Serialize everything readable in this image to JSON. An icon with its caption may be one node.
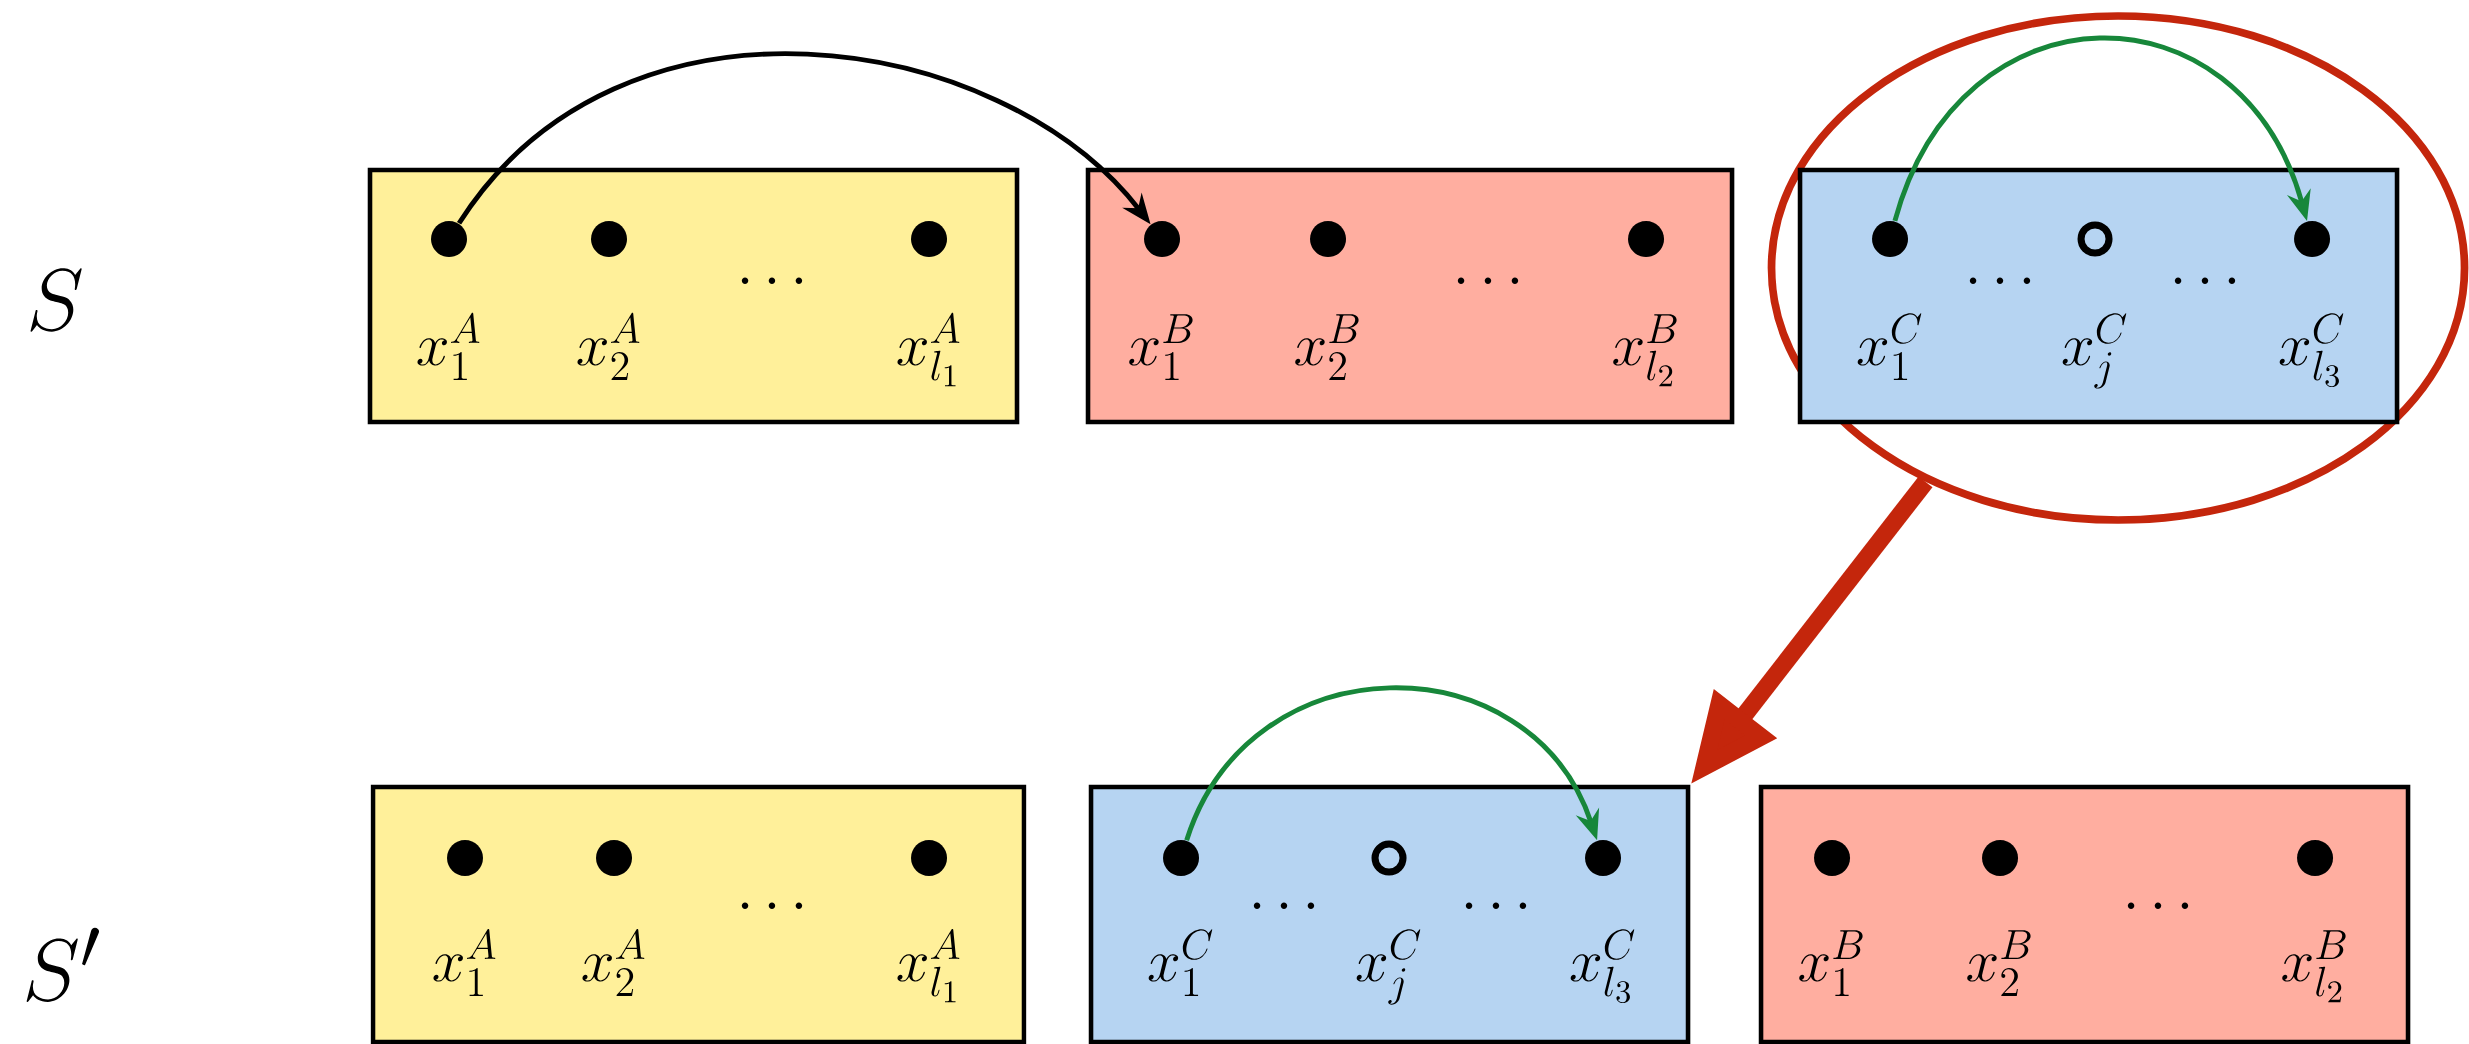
{
  "diagram": {
    "nodes": [
      {
        "text": [
          "x_1^A",
          "x_2^A",
          "\\cdots",
          "x_{l_1}^A"
        ]
      },
      {
        "text": [],
        "shape": "circle",
        "in": 0
      },
      {
        "text": [],
        "shape": "circle",
        "in": 0
      },
      {
        "text": [],
        "shape": "circle",
        "in": 0
      },
      {
        "text": [
          "x_1^B",
          "x_2^B",
          "\\cdots",
          "x_{l_2}^B"
        ]
      },
      {
        "text": [],
        "shape": "circle",
        "in": 4
      },
      {
        "text": [],
        "shape": "circle",
        "in": 4
      },
      {
        "text": [],
        "shape": "circle",
        "in": 4
      },
      {
        "text": [],
        "shape": "ellipse"
      },
      {
        "text": [
          "x_1^C",
          "\\cdots",
          "x_j^C",
          "\\cdots",
          "x_{l_3}^C"
        ],
        "in": 8
      },
      {
        "text": [],
        "shape": "circle",
        "in": 9
      },
      {
        "text": [],
        "shape": "ring",
        "in": 9
      },
      {
        "text": [],
        "shape": "circle",
        "in": 9
      },
      {
        "text": [
          "x_1^A",
          "x_2^A",
          "\\cdots",
          "x_{l_1}^A"
        ]
      },
      {
        "text": [],
        "shape": "circle",
        "in": 13
      },
      {
        "text": [],
        "shape": "circle",
        "in": 13
      },
      {
        "text": [],
        "shape": "circle",
        "in": 13
      },
      {
        "text": [
          "x_1^C",
          "\\cdots",
          "x_j^C",
          "\\cdots",
          "x_{l_3}^C"
        ]
      },
      {
        "text": [],
        "shape": "circle",
        "in": 17
      },
      {
        "text": [],
        "shape": "ring",
        "in": 17
      },
      {
        "text": [],
        "shape": "circle",
        "in": 17
      },
      {
        "text": [
          "x_1^B",
          "x_2^B",
          "\\cdots",
          "x_{l_2}^B"
        ]
      },
      {
        "text": [],
        "shape": "circle",
        "in": 21
      },
      {
        "text": [],
        "shape": "circle",
        "in": 21
      },
      {
        "text": [],
        "shape": "circle",
        "in": 21
      }
    ],
    "edges": [
      {
        "from": 1,
        "to": 5,
        "arrow": "to",
        "color": "#000000"
      },
      {
        "from": 10,
        "to": 12,
        "arrow": "to",
        "color": "#17873a"
      },
      {
        "from": 8,
        "to": 17,
        "arrow": "to",
        "style": "thick",
        "color": "#c4260c"
      },
      {
        "from": 18,
        "to": 20,
        "arrow": "to",
        "color": "#17873a"
      }
    ],
    "labels": [
      "S",
      "S'"
    ]
  }
}
